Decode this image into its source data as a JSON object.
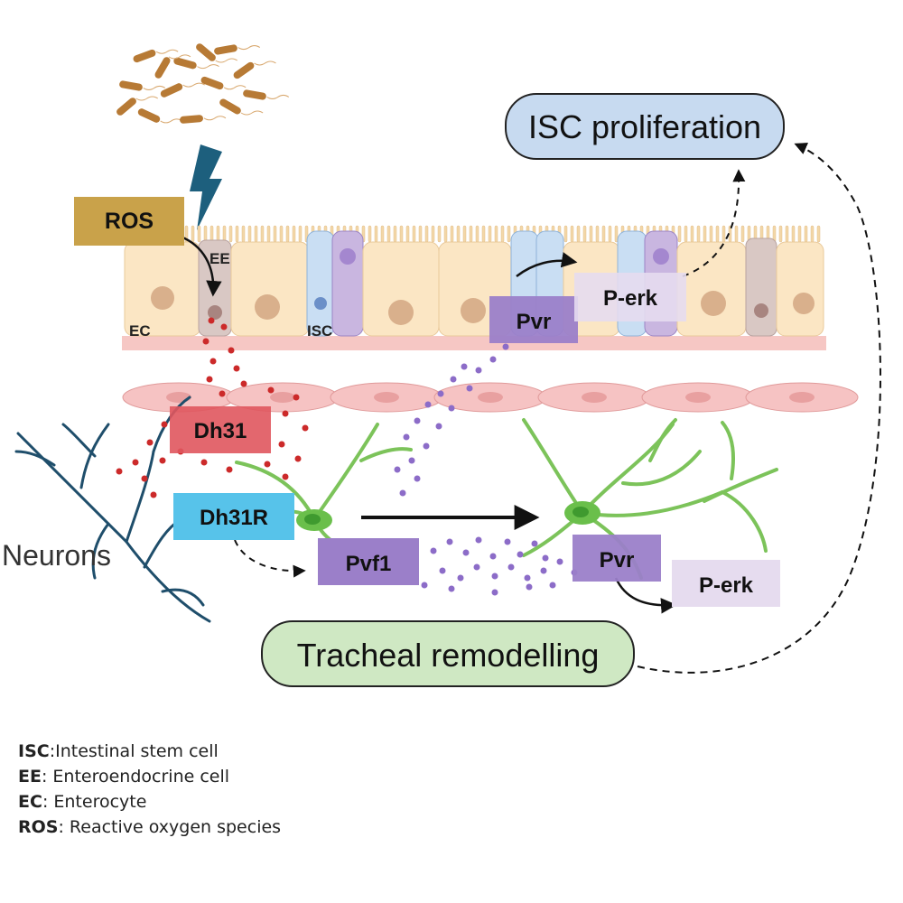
{
  "colors": {
    "ros_box": "#c9a24a",
    "dh31_box": "#e0575e",
    "dh31r_box": "#57c3ea",
    "pvr_box": "#9b7fc9",
    "perk_box": "#e6dcef",
    "isc_prolif_fill": "#c7daf0",
    "tracheal_fill": "#cfe8c3",
    "cell_fill": "#fbe6c4",
    "ee_cell_fill": "#d9c8c4",
    "isc_cell_fill": "#c9def3",
    "basement": "#f6c7c4",
    "muscle": "#f6c3c3",
    "neuron": "#1f4e6b",
    "trachea": "#7cc35a",
    "dh31_dot": "#cc2a2a",
    "pvf1_dot": "#8c6cc8",
    "bacteria": "#b77a35",
    "lightning": "#1d5f7d"
  },
  "labels": {
    "ros": "ROS",
    "ee": "EE",
    "ec": "EC",
    "isc": "ISC",
    "pvr_top": "Pvr",
    "perk_top": "P-erk",
    "isc_proliferation": "ISC proliferation",
    "dh31": "Dh31",
    "dh31r": "Dh31R",
    "neurons": "Neurons",
    "pvf1": "Pvf1",
    "pvr_bottom": "Pvr",
    "perk_bottom": "P-erk",
    "tracheal_remodelling": "Tracheal remodelling"
  },
  "legend": [
    {
      "abbr": "ISC",
      "text": ":Intestinal stem cell"
    },
    {
      "abbr": "EE",
      "text": ": Enteroendocrine cell"
    },
    {
      "abbr": "EC",
      "text": ": Enterocyte"
    },
    {
      "abbr": "ROS",
      "text": ": Reactive oxygen species"
    }
  ]
}
